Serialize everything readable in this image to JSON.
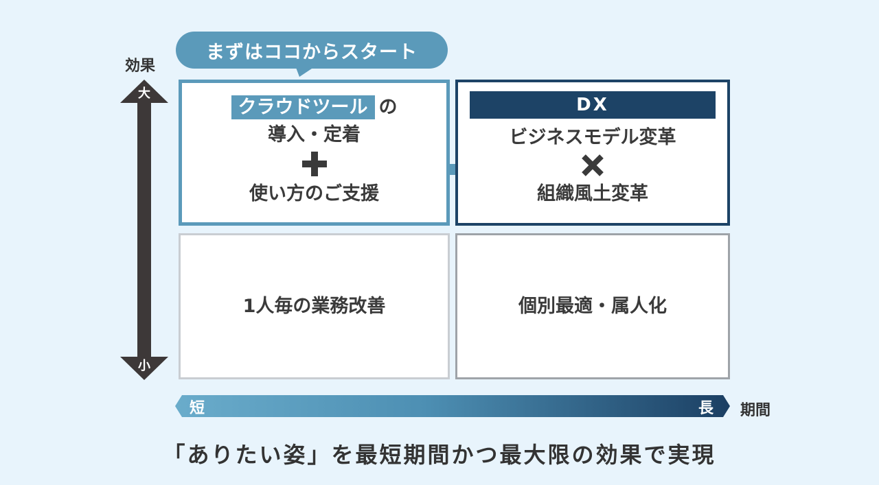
{
  "axis": {
    "vertical": {
      "label": "効果",
      "top": "大",
      "bottom": "小"
    },
    "horizontal": {
      "label": "期間",
      "start": "短",
      "end": "長"
    }
  },
  "bubble": "まずはココからスタート",
  "quadrants": {
    "top_left": {
      "highlight": "クラウドツール",
      "suffix": "の",
      "line2": "導入・定着",
      "line3": "使い方のご支援"
    },
    "top_right": {
      "header": "DX",
      "line1": "ビジネスモデル変革",
      "line2": "組織風土変革"
    },
    "bottom_left": {
      "text": "1人毎の業務改善"
    },
    "bottom_right": {
      "text": "個別最適・属人化"
    }
  },
  "caption": "「ありたい姿」を最短期間かつ最大限の効果で実現",
  "colors": {
    "background": "#e8f4fc",
    "accent": "#5b9aba",
    "navy": "#1d4366",
    "axis_dark": "#3d3838"
  }
}
